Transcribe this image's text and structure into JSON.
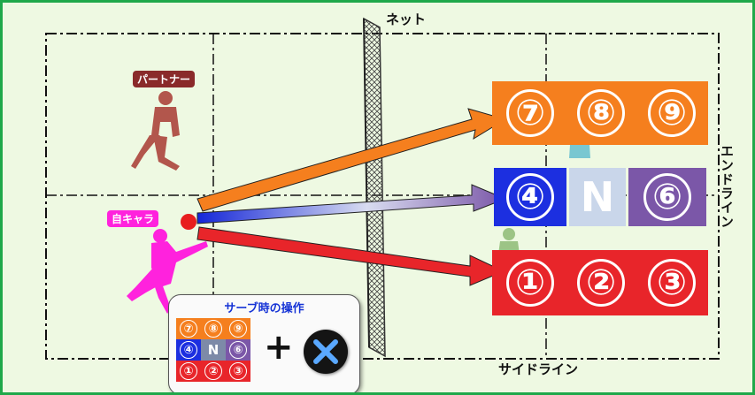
{
  "labels": {
    "net": "ネット",
    "end_line": "エンドライン",
    "side_line": "サイドライン",
    "partner": "パートナー",
    "self": "自キャラ"
  },
  "zones": {
    "top": [
      "⑦",
      "⑧",
      "⑨"
    ],
    "middle": [
      "④",
      "N",
      "⑥"
    ],
    "bottom": [
      "①",
      "②",
      "③"
    ]
  },
  "panel": {
    "title": "サーブ時の操作",
    "plus": "+",
    "grid": [
      "⑦",
      "⑧",
      "⑨",
      "④",
      "N",
      "⑥",
      "①",
      "②",
      "③"
    ],
    "button": "x-button"
  },
  "colors": {
    "top": "#f57f1e",
    "middle_left": "#1c2fe0",
    "middle_center": "#c9d6ea",
    "middle_right": "#7b57a8",
    "bottom": "#e8252a",
    "court_line": "#111111",
    "border": "#1fa84a"
  }
}
